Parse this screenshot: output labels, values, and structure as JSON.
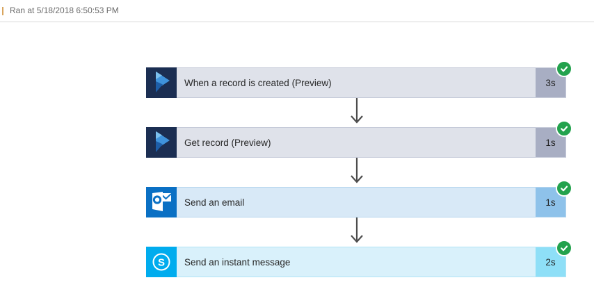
{
  "header": {
    "ran_at": "Ran at 5/18/2018 6:50:53 PM"
  },
  "steps": [
    {
      "label": "When a record is created (Preview)",
      "duration": "3s",
      "icon": "dynamics-365-icon",
      "status": "succeeded"
    },
    {
      "label": "Get record (Preview)",
      "duration": "1s",
      "icon": "dynamics-365-icon",
      "status": "succeeded"
    },
    {
      "label": "Send an email",
      "duration": "1s",
      "icon": "outlook-icon",
      "status": "succeeded"
    },
    {
      "label": "Send an instant message",
      "duration": "2s",
      "icon": "skype-icon",
      "status": "succeeded"
    }
  ],
  "colors": {
    "success_green": "#23a24d",
    "dynamics_tile": "#1b2e52",
    "outlook_tile": "#0a70c4",
    "skype_tile": "#00acee",
    "gray_card_body": "#dfe2ea",
    "gray_card_duration": "#a8aec3",
    "blue_card_body": "#d8e9f7",
    "blue_card_duration": "#8ec2ea",
    "cyan_card_body": "#d9f1fb",
    "cyan_card_duration": "#8edff7",
    "arrow": "#4c4c4c",
    "topbar_text": "#6b6b6b"
  }
}
